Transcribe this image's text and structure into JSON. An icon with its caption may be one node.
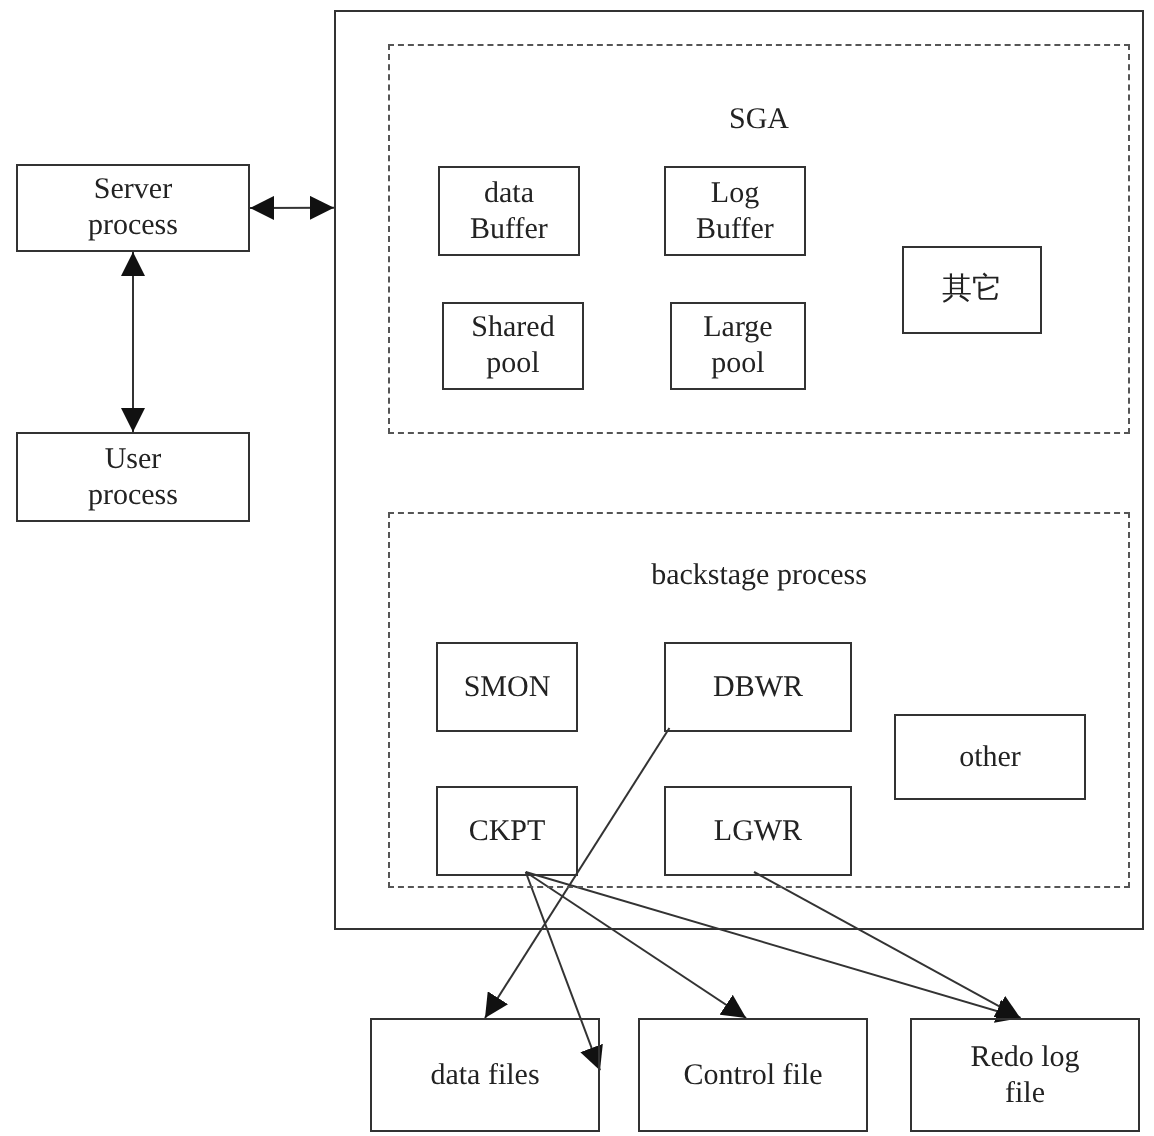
{
  "diagram": {
    "nodes": [
      {
        "text": [
          "Server process"
        ]
      },
      {
        "text": [
          "User process"
        ]
      },
      {
        "text": [],
        "shape": "box"
      },
      {
        "text": [
          "SGA"
        ],
        "in": 2
      },
      {
        "text": [
          "data Buffer"
        ],
        "in": 3
      },
      {
        "text": [
          "Log Buffer"
        ],
        "in": 3
      },
      {
        "text": [
          "Shared pool"
        ],
        "in": 3
      },
      {
        "text": [
          "Large pool"
        ],
        "in": 3
      },
      {
        "text": [
          "其它"
        ],
        "in": 3
      },
      {
        "text": [
          "backstage process"
        ],
        "in": 2
      },
      {
        "text": [
          "SMON"
        ],
        "in": 9
      },
      {
        "text": [
          "DBWR"
        ],
        "in": 9
      },
      {
        "text": [
          "other"
        ],
        "in": 9
      },
      {
        "text": [
          "CKPT"
        ],
        "in": 9
      },
      {
        "text": [
          "LGWR"
        ],
        "in": 9
      },
      {
        "text": [
          "data files"
        ]
      },
      {
        "text": [
          "Control file"
        ]
      },
      {
        "text": [
          "Redo log file"
        ]
      }
    ],
    "edges": [
      {
        "from": 0,
        "to": 2,
        "arrow": "both"
      },
      {
        "from": 0,
        "to": 1,
        "arrow": "both"
      },
      {
        "from": 11,
        "to": 15,
        "arrow": "to"
      },
      {
        "from": 13,
        "to": 15,
        "arrow": "to"
      },
      {
        "from": 13,
        "to": 16,
        "arrow": "to"
      },
      {
        "from": 13,
        "to": 17,
        "arrow": "to"
      },
      {
        "from": 14,
        "to": 17,
        "arrow": "to"
      }
    ]
  }
}
